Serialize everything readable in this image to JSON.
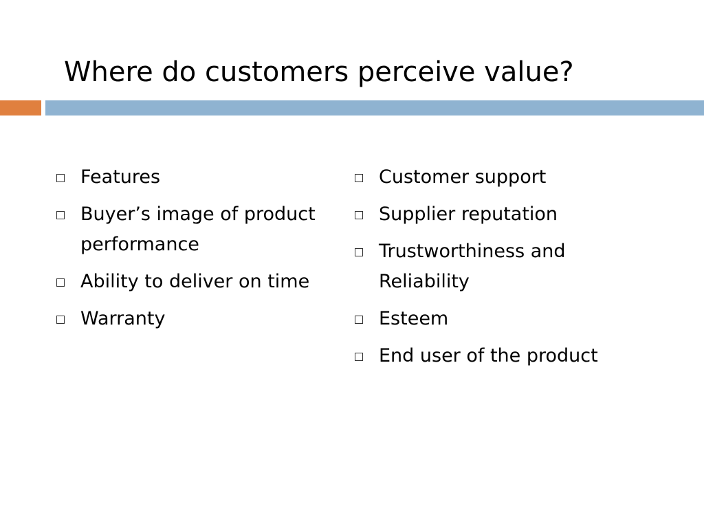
{
  "slide": {
    "title": "Where do customers perceive value?",
    "colors": {
      "accent_bar": "#e0803f",
      "main_bar": "#8fb3d1"
    },
    "bullet_icon": "square-outline-icon",
    "left_items": [
      {
        "label": "Features"
      },
      {
        "label": "Buyer’s image of product performance"
      },
      {
        "label": "Ability to deliver on time"
      },
      {
        "label": "Warranty"
      }
    ],
    "right_items": [
      {
        "label": "Customer support"
      },
      {
        "label": "Supplier reputation"
      },
      {
        "label": "Trustworthiness and Reliability"
      },
      {
        "label": "Esteem"
      },
      {
        "label": "End user of the product"
      }
    ]
  }
}
